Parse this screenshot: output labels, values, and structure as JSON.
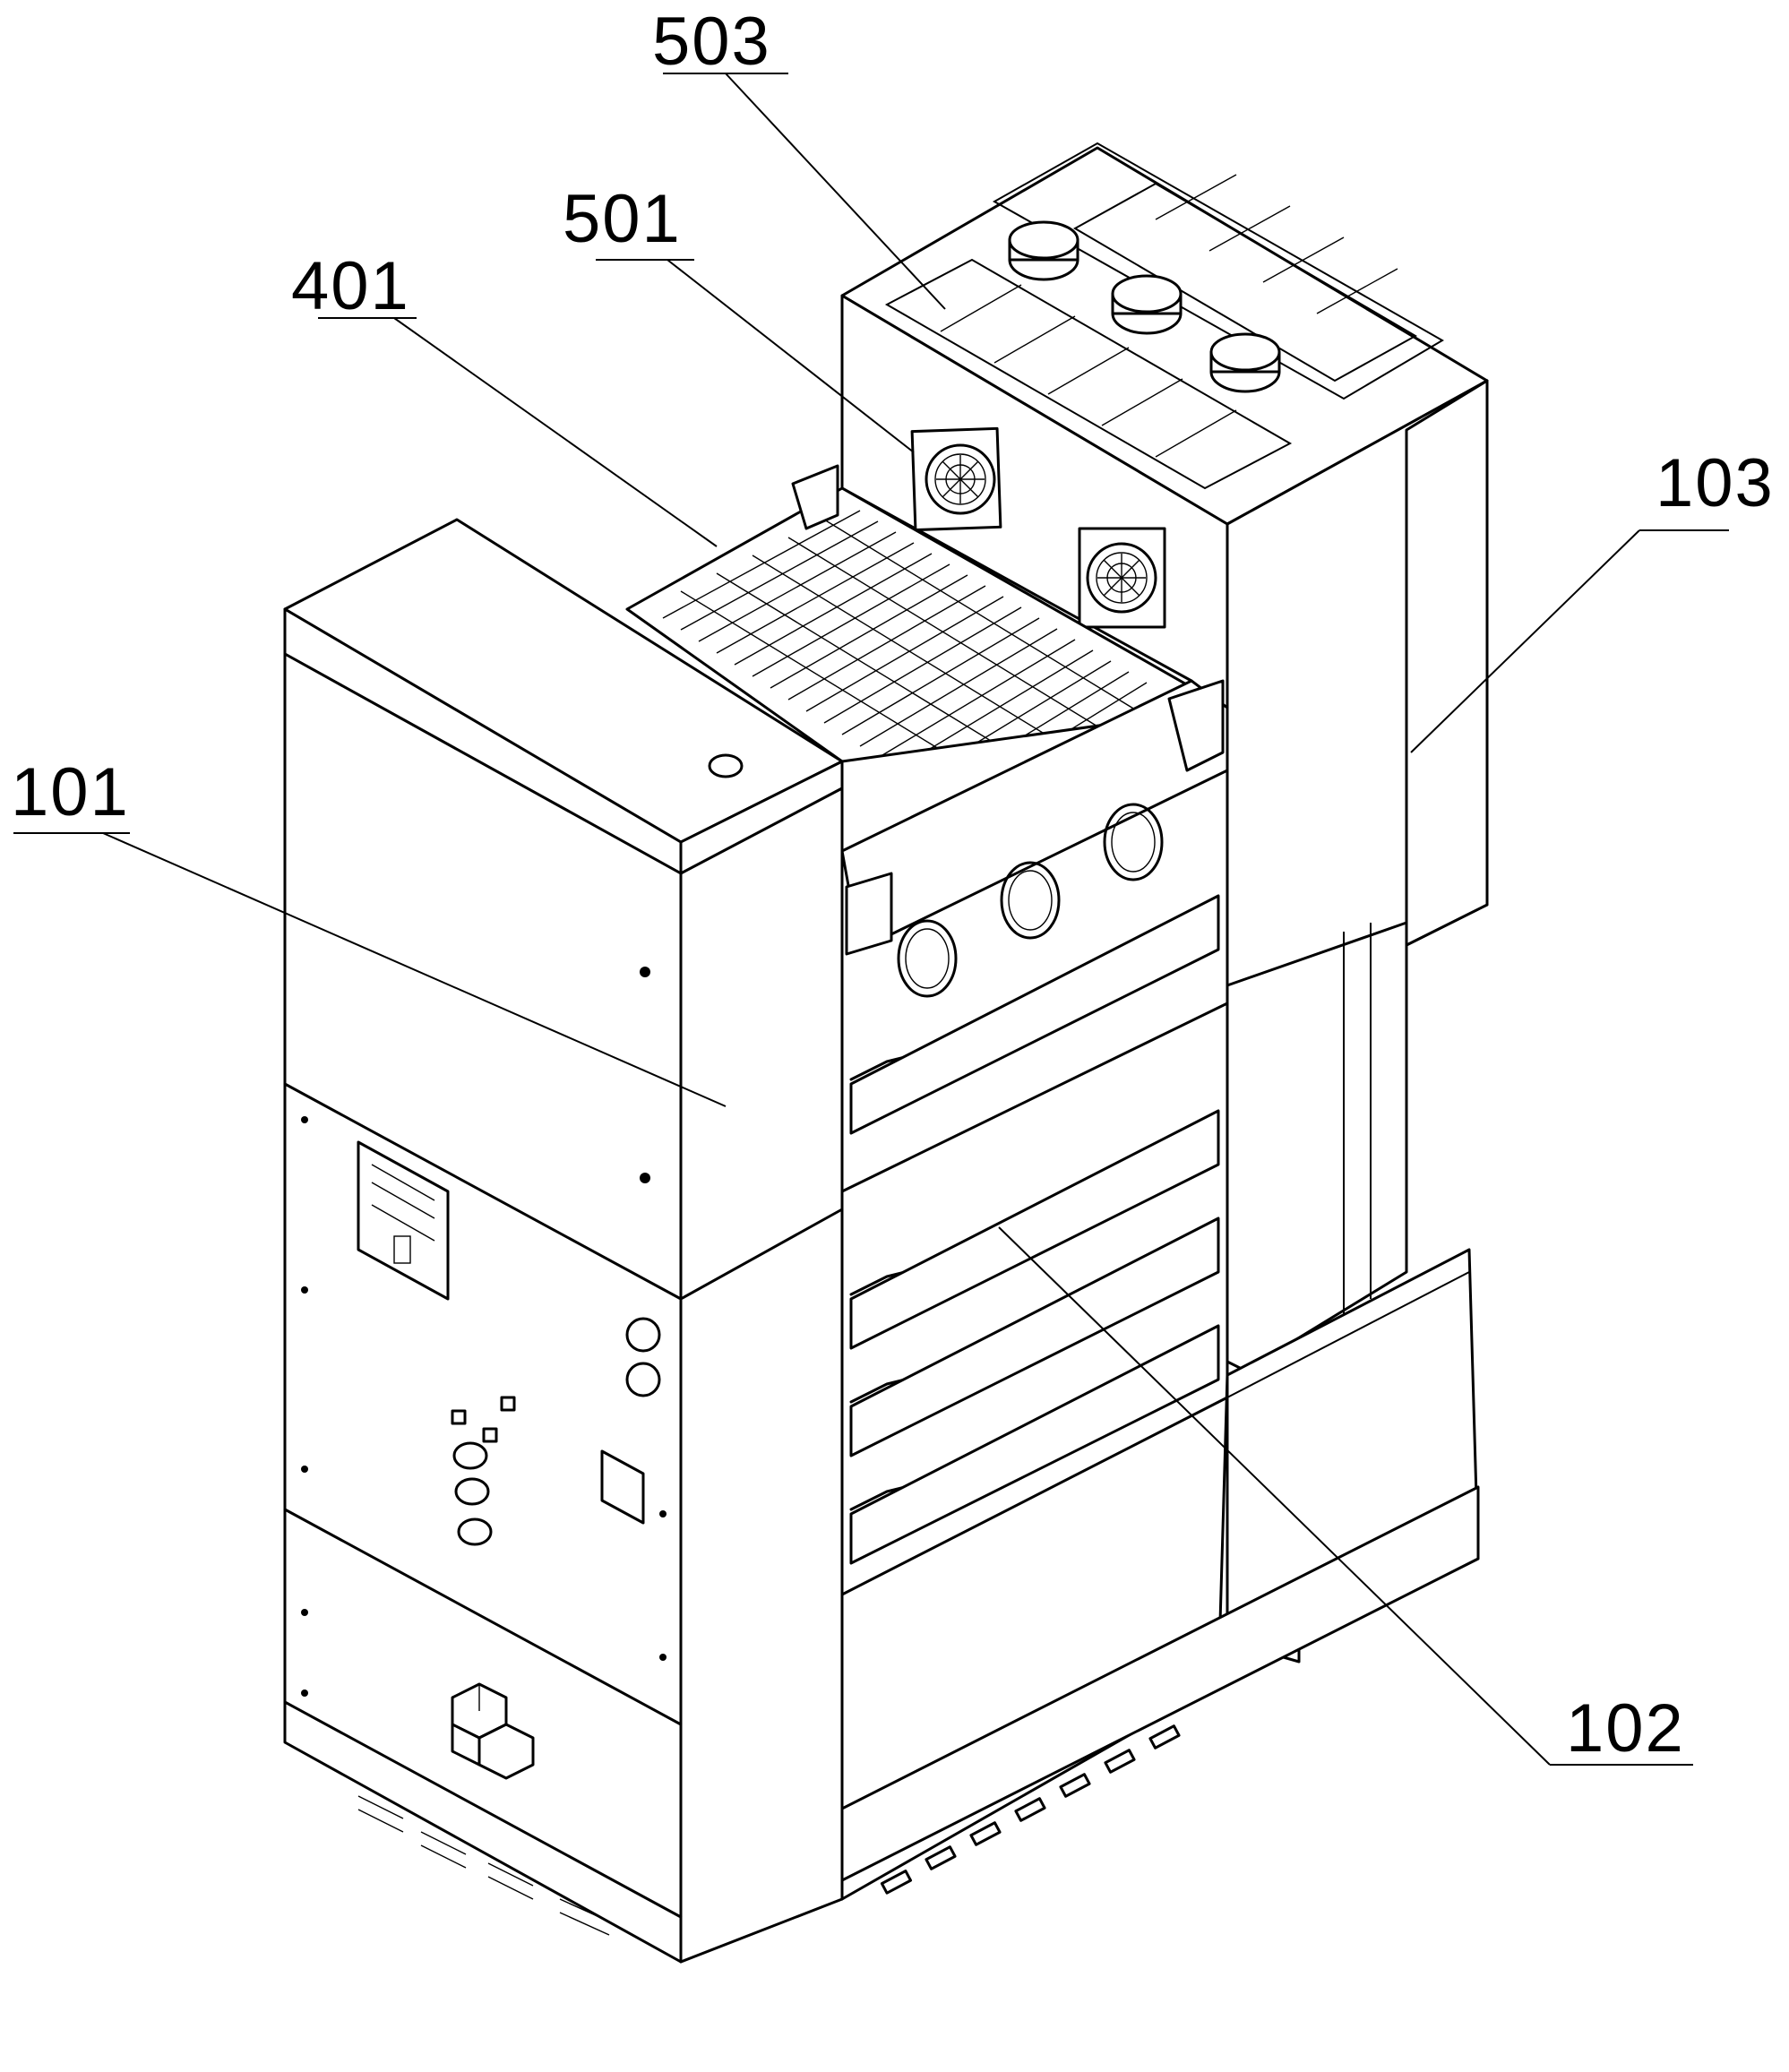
{
  "labels": {
    "l503": "503",
    "l501": "501",
    "l401": "401",
    "l103": "103",
    "l101": "101",
    "l102": "102"
  }
}
